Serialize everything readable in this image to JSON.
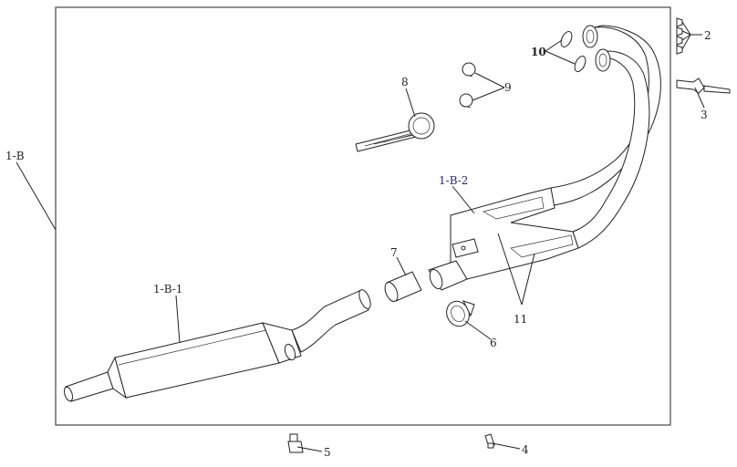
{
  "labels": {
    "assembly": "1-B",
    "muffler": "1-B-1",
    "header": "1-B-2",
    "p2": "2",
    "p3": "3",
    "p4": "4",
    "p5": "5",
    "p6": "6",
    "p7": "7",
    "p8": "8",
    "p9": "9",
    "p10": "10",
    "p11": "11"
  }
}
